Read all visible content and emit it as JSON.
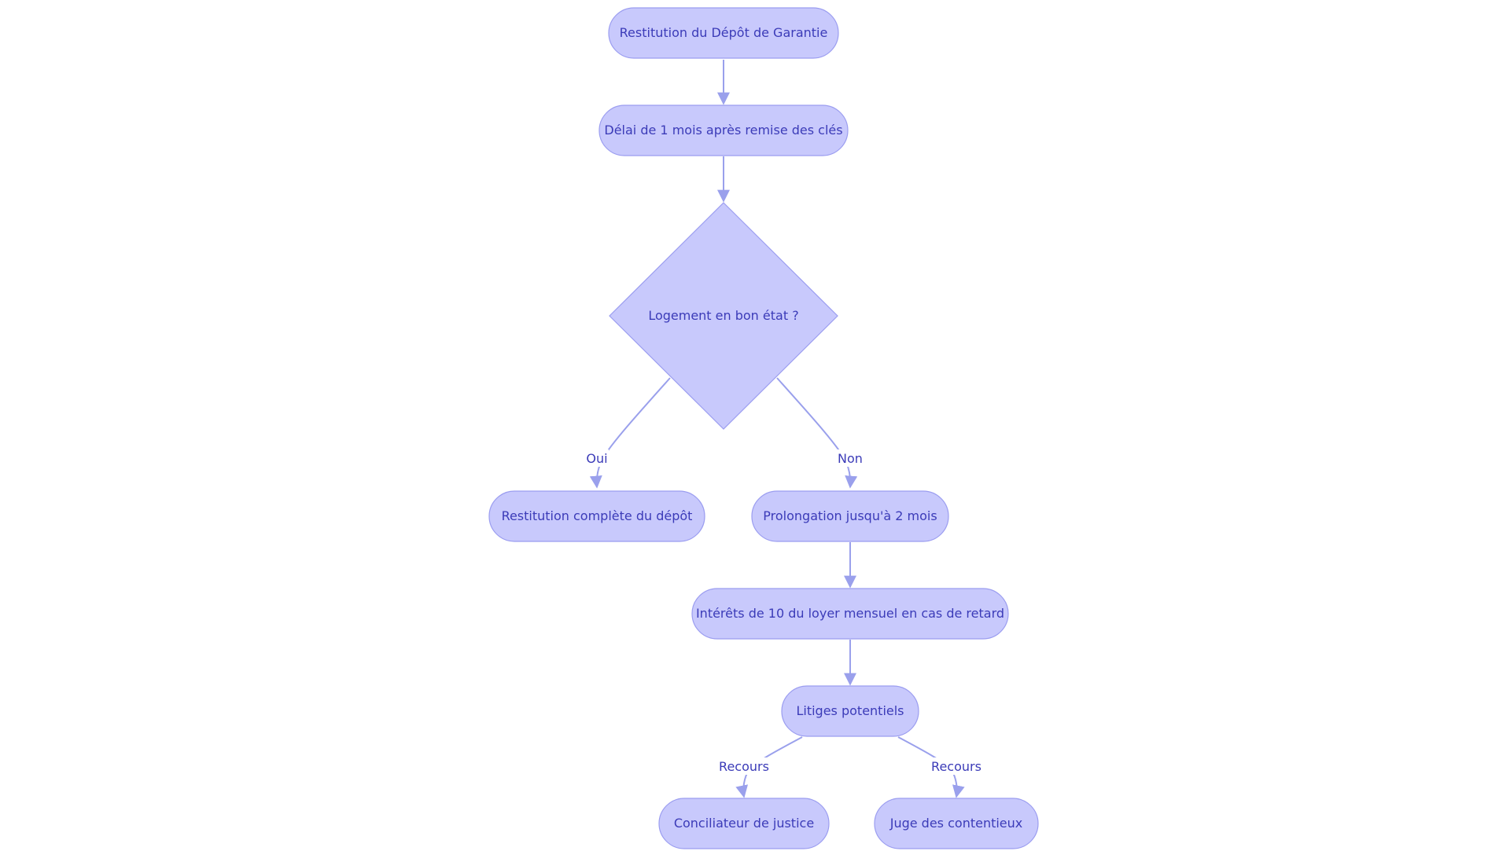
{
  "diagram": {
    "nodes": {
      "start": "Restitution du Dépôt de Garantie",
      "delay": "Délai de 1 mois après remise des clés",
      "decision": "Logement en bon état ?",
      "full_refund": "Restitution complète du dépôt",
      "extension": "Prolongation jusqu'à 2 mois",
      "interest": "Intérêts de 10 du loyer mensuel en cas de retard",
      "disputes": "Litiges potentiels",
      "conciliator": "Conciliateur de justice",
      "judge": "Juge des contentieux"
    },
    "edge_labels": {
      "yes": "Oui",
      "no": "Non",
      "recourse_left": "Recours",
      "recourse_right": "Recours"
    },
    "colors": {
      "node_fill": "#c8c9fc",
      "node_stroke": "#9b9df0",
      "edge": "#9aa0ec",
      "text": "#3b3bb8"
    }
  }
}
